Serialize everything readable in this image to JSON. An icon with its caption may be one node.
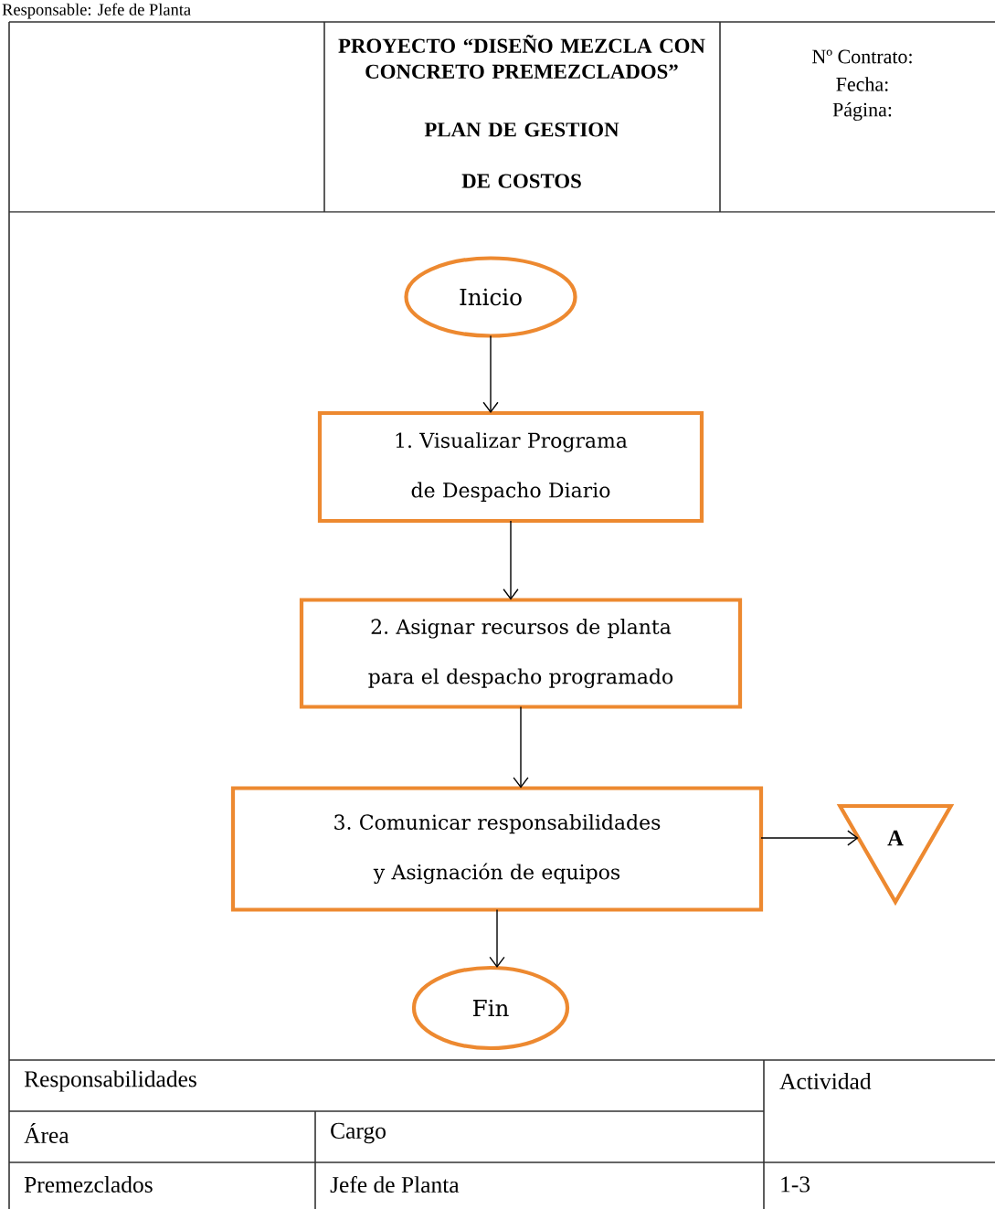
{
  "diagram": {
    "nodes": [
      {
        "text": [
          "Inicio"
        ]
      },
      {
        "text": [
          "1. Visualizar Programa de Despacho Diario"
        ]
      },
      {
        "text": [
          "2. Asignar recursos de planta para el despacho programado"
        ]
      },
      {
        "text": [
          "3. Comunicar responsabilidades y Asignación de equipos"
        ]
      },
      {
        "text": [
          "A"
        ]
      },
      {
        "text": [
          "Fin"
        ]
      }
    ],
    "edges": [
      {
        "from": 0,
        "to": 1,
        "arrow": "to"
      },
      {
        "from": 1,
        "to": 2,
        "arrow": "to"
      },
      {
        "from": 2,
        "to": 3,
        "arrow": "to"
      },
      {
        "from": 3,
        "to": 4,
        "arrow": "to"
      },
      {
        "from": 3,
        "to": 5,
        "arrow": "to"
      }
    ],
    "labels": [
      "Responsable: Jefe de Planta",
      "PROYECTO “DISEÑO MEZCLA CON CONCRETO PREMEZCLADOS”",
      "PLAN DE GESTION DE COSTOS",
      "Nº Contrato:",
      "Fecha:",
      "Página:",
      "Responsabilidades",
      "Actividad",
      "Área",
      "Cargo",
      "Premezclados",
      "Jefe de Planta",
      "1-3"
    ]
  }
}
